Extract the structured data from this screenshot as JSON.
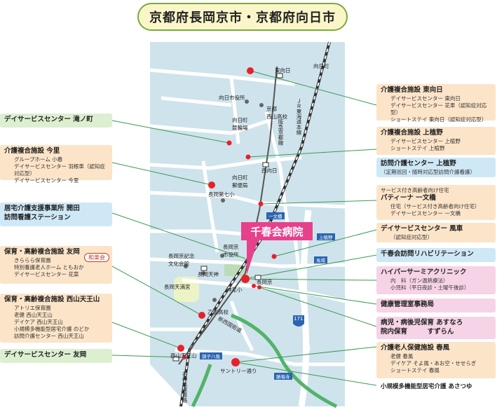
{
  "title": "京都府長岡京市・京都府向日市",
  "hospital": "千春会病院",
  "route_marker": "171",
  "badge_wagokai": "和楽会",
  "map_labels": {
    "higashimukou": "東向日",
    "mukomachi": "向日町",
    "mukou_city_hall": "向日市役所",
    "keiba": "向日町\n競輪場",
    "post_office": "向日町\n郵便局",
    "kyoto_nishiyama_hs": "京都\n西山高校",
    "jr_line": "ＪＲ東海道本線",
    "hankyu_line": "阪急京都線",
    "nishimuko": "西向日",
    "nagaoka7": "長岡第七小",
    "ichimon": "一文橋",
    "nagaokakyo_city_hall": "長岡京\n市役所",
    "memorial_hall": "長岡京記念\n文化会館",
    "nagaoka_tenjin": "長岡天神",
    "nagaoka_tenmangu": "長岡天満宮",
    "kamiue": "上植野",
    "baba": "馬場",
    "nagaokakyo": "長岡京",
    "kami_shichi": "神足小",
    "otokuni_hs": "乙訓高校",
    "shinseisaku": "新西国街道",
    "nishiyama_park": "西山天王山",
    "shinkamoto": "調子八角",
    "suntory": "サントリー通り",
    "meishin": "名神高速道路",
    "katsura": "勝竜寺"
  },
  "callouts_left": [
    {
      "head": "デイサービスセンター 滝ノ町",
      "sub": []
    },
    {
      "head": "介護複合施設 今里",
      "sub": [
        "グループホーム 小春",
        "デイサービスセンター 羽根車（認知症対応型）",
        "デイサービスセンター 今里"
      ]
    },
    {
      "head": "居宅介護支援事業所 開田",
      "sub": [
        "訪問看護ステーション"
      ]
    },
    {
      "head": "保育・高齢複合施設 友岡",
      "sub": [
        "きららら保育園",
        "特別養護老人ホーム ともおか",
        "デイサービスセンター 花菜"
      ]
    },
    {
      "head": "保育・高齢複合施設 西山天王山",
      "sub": [
        "アトリエ保育園",
        "老健 西山天王山",
        "デイケア 西山天王山",
        "小規模多機能型居宅介護 のどか",
        "訪問介護センター 西山天王山"
      ]
    },
    {
      "head": "デイサービスセンター 友岡",
      "sub": []
    }
  ],
  "callouts_right": [
    {
      "head": "介護複合施設 東向日",
      "sub": [
        "デイサービスセンター 東向日",
        "デイサービスセンター 花車（認知症対応型）",
        "ショートステイ 東向日（認知症対応型）"
      ]
    },
    {
      "head": "介護複合施設 上植野",
      "sub": [
        "デイサービスセンター 上植野",
        "ショートステイ 上植野"
      ]
    },
    {
      "head": "訪問介護センター 上植野",
      "sub": [
        "（定期巡回・随時対応型訪問介護看護）"
      ]
    },
    {
      "pre": "サービス付き高齢者向け住宅",
      "head": "パティーナ 一文橋",
      "sub": [
        "住宅（サービス付き高齢者向け住宅）",
        "デイサービスセンター 一文橋"
      ]
    },
    {
      "head": "デイサービスセンター 風車",
      "sub": [
        "（認知症対応型）"
      ]
    },
    {
      "head": "千春会訪問リハビリテーション",
      "sub": []
    },
    {
      "head": "ハイパーサーミアクリニック",
      "sub": [
        "内　科（ガン温熱療法）",
        "小児科（平日夜診・土曜午後診）"
      ]
    },
    {
      "head": "健康管理室事務局",
      "sub": []
    },
    {
      "head": "病児・病後児保育 あすなろ",
      "head2": "院内保育　　　すずらん",
      "sub": []
    },
    {
      "head": "介護老人保健施設 春風",
      "sub": [
        "老健 春風",
        "デイケア そよ風・あお空・せせらぎ",
        "ショートステイ 春風"
      ]
    },
    {
      "head": "小規模多機能型居宅介護 あさつゆ",
      "sub": []
    }
  ]
}
